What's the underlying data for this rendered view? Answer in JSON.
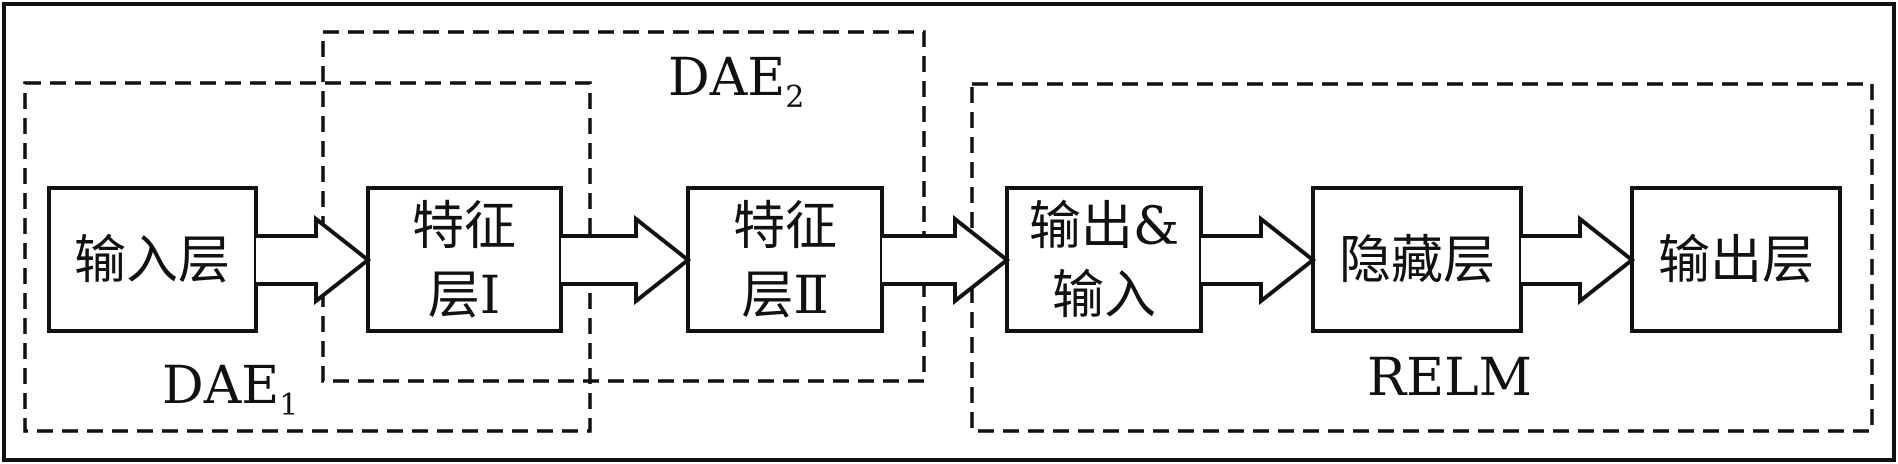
{
  "diagram": {
    "groups": {
      "dae1": {
        "label": "DAE",
        "sub": "1"
      },
      "dae2": {
        "label": "DAE",
        "sub": "2"
      },
      "relm": {
        "label": "RELM"
      }
    },
    "nodes": {
      "input_layer": {
        "lines": [
          "输入层"
        ]
      },
      "feature_layer_1": {
        "lines": [
          "特征",
          "层Ⅰ"
        ]
      },
      "feature_layer_2": {
        "lines": [
          "特征",
          "层Ⅱ"
        ]
      },
      "output_input": {
        "lines": [
          "输出&",
          "输入"
        ]
      },
      "hidden_layer": {
        "lines": [
          "隐藏层"
        ]
      },
      "output_layer": {
        "lines": [
          "输出层"
        ]
      }
    },
    "edges": [
      {
        "from": "输入层",
        "to": "特征层Ⅰ"
      },
      {
        "from": "特征层Ⅰ",
        "to": "特征层Ⅱ"
      },
      {
        "from": "特征层Ⅱ",
        "to": "输出&输入"
      },
      {
        "from": "输出&输入",
        "to": "隐藏层"
      },
      {
        "from": "隐藏层",
        "to": "输出层"
      }
    ]
  }
}
